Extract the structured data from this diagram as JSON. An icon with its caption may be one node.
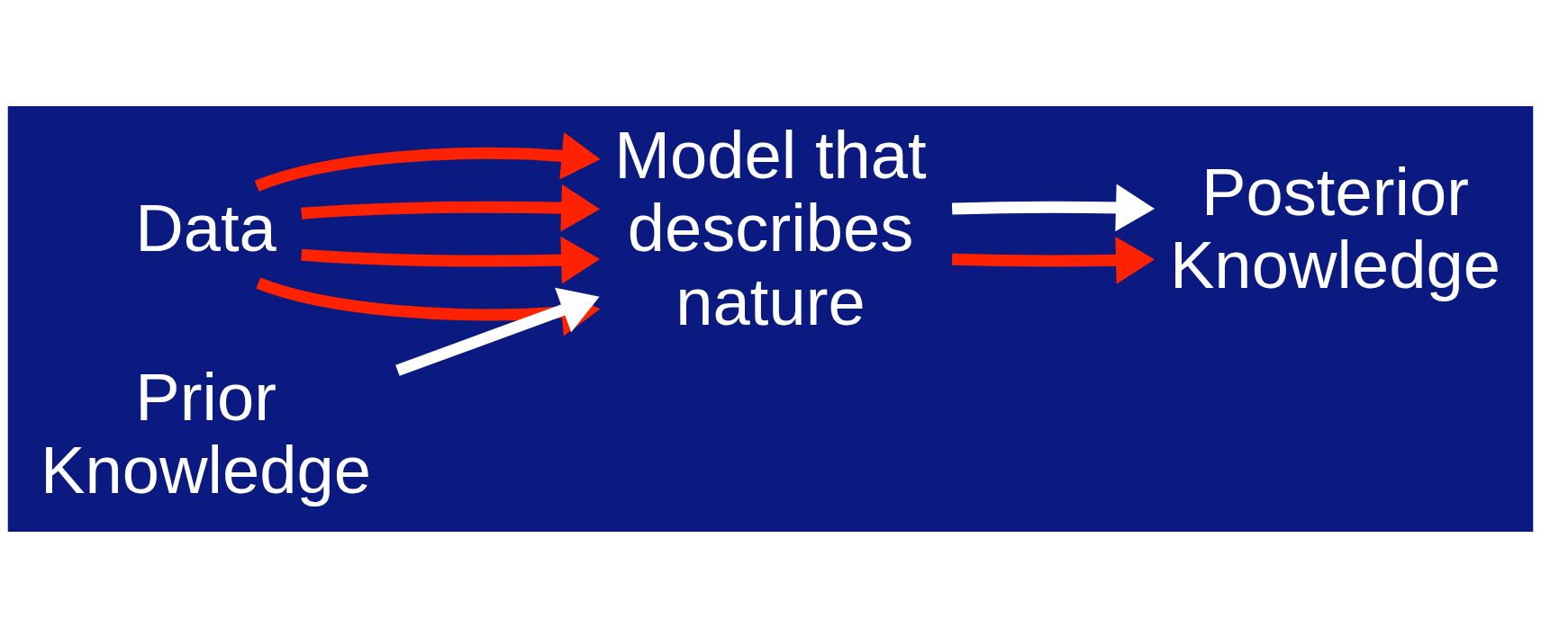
{
  "diagram": {
    "nodes": [
      {
        "text": [
          "Data"
        ]
      },
      {
        "text": [
          "Model that describes nature"
        ]
      },
      {
        "text": [
          "Prior Knowledge"
        ]
      },
      {
        "text": [
          "Posterior Knowledge"
        ]
      }
    ],
    "edges": [
      {
        "from": 0,
        "to": 1,
        "arrow": "to"
      },
      {
        "from": 0,
        "to": 1,
        "arrow": "to"
      },
      {
        "from": 0,
        "to": 1,
        "arrow": "to"
      },
      {
        "from": 0,
        "to": 1,
        "arrow": "to"
      },
      {
        "from": 2,
        "to": 1,
        "arrow": "to",
        "color": "#ffffff"
      },
      {
        "from": 1,
        "to": 3,
        "arrow": "to"
      },
      {
        "from": 1,
        "to": 3,
        "arrow": "to",
        "color": "#ffffff"
      }
    ]
  }
}
